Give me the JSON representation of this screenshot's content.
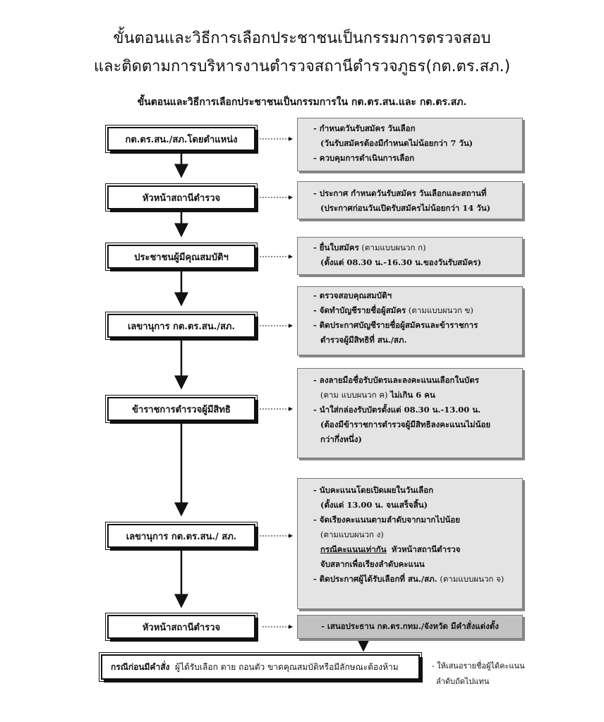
{
  "title": {
    "line1": "ขั้นตอนและวิธีการเลือกประชาชนเป็นกรรมการตรวจสอบ",
    "line2": "และติดตามการบริหารงานตำรวจสถานีตำรวจภูธร(กต.ตร.สภ.)"
  },
  "subtitle": "ขั้นตอนและวิธีการเลือกประชาชนเป็นกรรมการใน กต.ตร.สน.และ กต.ตร.สภ.",
  "steps": [
    {
      "label": "กต.ตร.สน./สภ.โดยตำแหน่ง",
      "info": [
        "- กำหนดวันรับสมัคร วันเลือก",
        "(วันรับสมัครต้องมีกำหนดไม่น้อยกว่า 7 วัน)",
        "- ควบคุมการดำเนินการเลือก"
      ]
    },
    {
      "label": "หัวหน้าสถานีตำรวจ",
      "info": [
        "- ประกาศ กำหนดวันรับสมัคร วันเลือกและสถานที่",
        "(ประกาศก่อนวันเปิดรับสมัครไม่น้อยกว่า 14 วัน)"
      ]
    },
    {
      "label": "ประชาชนผู้มีคุณสมบัติฯ",
      "info": [
        "- ยื่นใบสมัคร",
        "(ตามแบบผนวก ก)",
        "(ตั้งแต่ 08.30 น.-16.30 น.ของวันรับสมัคร)"
      ]
    },
    {
      "label": "เลขานุการ กต.ตร.สน./สภ.",
      "info": [
        "- ตรวจสอบคุณสมบัติฯ",
        "- จัดทำบัญชีรายชื่อผู้สมัคร",
        "(ตามแบบผนวก ข)",
        "- ติดประกาศบัญชีรายชื่อผู้สมัครและข้าราชการ",
        "ตำรวจผู้มีสิทธิที่ สน./สภ."
      ]
    },
    {
      "label": "ข้าราชการตำรวจผู้มีสิทธิ",
      "info": [
        "- ลงลายมือชื่อรับบัตรและลงคะแนนเลือกในบัตร",
        "(ตาม แบบผนวก ค)",
        "ไม่เกิน 6 คน",
        "- นำใส่กล่องรับบัตรตั้งแต่ 08.30 น.-13.00 น.",
        "(ต้องมีข้าราชการตำรวจผู้มีสิทธิลงคะแนนไม่น้อย",
        "กว่ากึ่งหนึ่ง)"
      ]
    },
    {
      "label": "เลขานุการ กต.ตร.สน./ สภ.",
      "info": [
        "- นับคะแนนโดยเปิดเผยในวันเลือก",
        "(ตั้งแต่ 13.00 น. จนเสร็จสิ้น)",
        "- จัดเรียงคะแนนตามลำดับจากมากไปน้อย",
        "(ตามแบบผนวก ง)",
        "กรณีคะแนนเท่ากัน",
        "หัวหน้าสถานีตำรวจ",
        "จับสลากเพื่อเรียงลำดับคะแนน",
        "- ติดประกาศผู้ได้รับเลือกที่ สน./สภ.",
        "(ตามแบบผนวก จ)"
      ]
    },
    {
      "label": "หัวหน้าสถานีตำรวจ",
      "info": [
        "- เสนอประธาน กต.ตร.กทม./จังหวัด มีคำสั่งแต่งตั้ง"
      ]
    }
  ],
  "final": {
    "bold": "กรณีก่อนมีคำสั่ง",
    "text": "ผู้ได้รับเลือก ตาย ถอนตัว ขาดคุณสมบัติหรือมีลักษณะต้องห้าม"
  },
  "note": {
    "line1": "- ให้เสนอรายชื่อผู้ได้คะแนน",
    "line2": "ลำดับถัดไปแทน"
  }
}
